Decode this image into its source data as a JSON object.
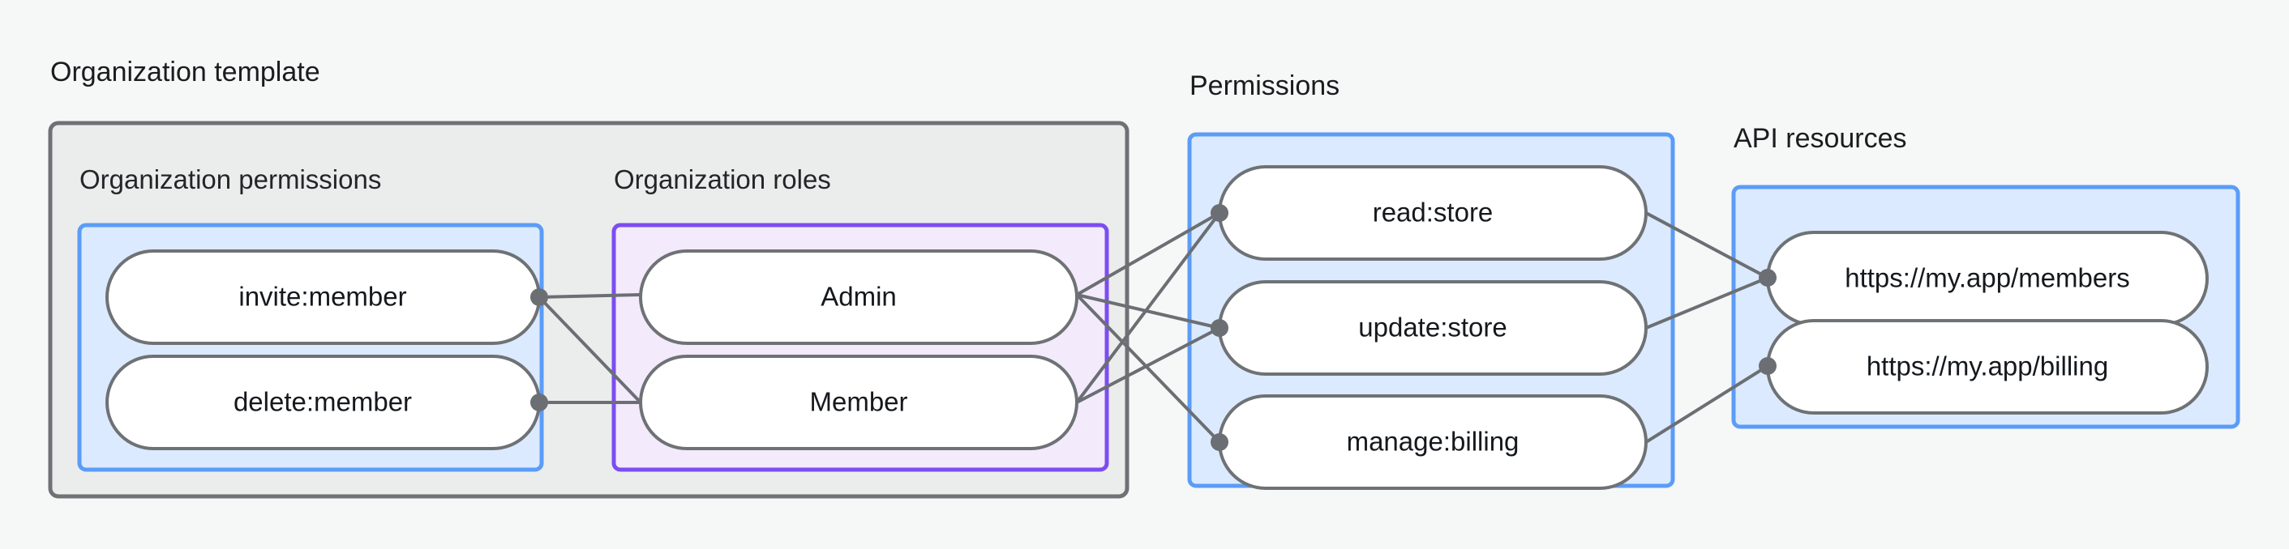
{
  "diagram": {
    "type": "relationship-graph",
    "background_color": "#f6f7f7",
    "groups": [
      {
        "id": "organization-template",
        "title": "Organization template",
        "style": "outer-gray",
        "border_color": "#6f7275",
        "fill_color": "#ebedec",
        "subgroups": [
          {
            "id": "organization-permissions",
            "title": "Organization permissions",
            "border_color": "#5b9cf7",
            "fill_color": "#dbeafe",
            "nodes": [
              {
                "id": "invite-member",
                "label": "invite:member"
              },
              {
                "id": "delete-member",
                "label": "delete:member"
              }
            ]
          },
          {
            "id": "organization-roles",
            "title": "Organization roles",
            "border_color": "#7c4df0",
            "fill_color": "#f3eafc",
            "nodes": [
              {
                "id": "admin",
                "label": "Admin"
              },
              {
                "id": "member",
                "label": "Member"
              }
            ]
          }
        ]
      },
      {
        "id": "permissions",
        "title": "Permissions",
        "border_color": "#5b9cf7",
        "fill_color": "#dbeafe",
        "nodes": [
          {
            "id": "read-store",
            "label": "read:store"
          },
          {
            "id": "update-store",
            "label": "update:store"
          },
          {
            "id": "manage-billing",
            "label": "manage:billing"
          }
        ]
      },
      {
        "id": "api-resources",
        "title": "API resources",
        "border_color": "#5b9cf7",
        "fill_color": "#dbeafe",
        "nodes": [
          {
            "id": "members-resource",
            "label": "https://my.app/members"
          },
          {
            "id": "billing-resource",
            "label": "https://my.app/billing"
          }
        ]
      }
    ],
    "edges": [
      {
        "from": "invite-member",
        "to": "admin"
      },
      {
        "from": "invite-member",
        "to": "member"
      },
      {
        "from": "delete-member",
        "to": "member"
      },
      {
        "from": "admin",
        "to": "read-store"
      },
      {
        "from": "admin",
        "to": "update-store"
      },
      {
        "from": "admin",
        "to": "manage-billing"
      },
      {
        "from": "member",
        "to": "read-store"
      },
      {
        "from": "member",
        "to": "update-store"
      },
      {
        "from": "read-store",
        "to": "members-resource"
      },
      {
        "from": "update-store",
        "to": "members-resource"
      },
      {
        "from": "manage-billing",
        "to": "billing-resource"
      }
    ],
    "edge_color": "#6b6f73",
    "node_fill": "#ffffff",
    "node_border": "#6f7275"
  }
}
